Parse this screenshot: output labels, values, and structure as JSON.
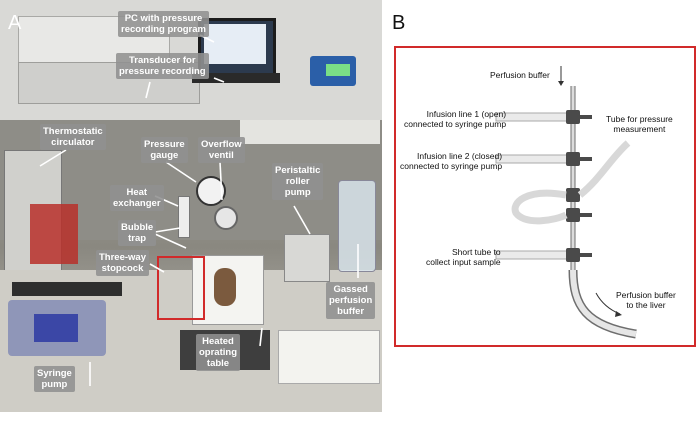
{
  "panel_a": {
    "letter": "A",
    "labels": {
      "pc": "PC with pressure\nrecording program",
      "transducer": "Transducer for\npressure recording",
      "thermo": "Thermostatic\ncirculator",
      "gauge": "Pressure\ngauge",
      "overflow": "Overflow\nventil",
      "peristaltic": "Peristaltic\nroller\npump",
      "heat": "Heat\nexchanger",
      "bubble": "Bubble\ntrap",
      "stopcock": "Three-way\nstopcock",
      "gassed": "Gassed\nperfusion\nbuffer",
      "syringe": "Syringe\npump",
      "table": "Heated\noprating\ntable"
    },
    "colors": {
      "label_bg": "#919191",
      "highlight": "#d12a2a"
    }
  },
  "panel_b": {
    "letter": "B",
    "labels": {
      "buffer_in": "Perfusion buffer",
      "infusion1": "Infusion line 1 (open)\nconnected to syringe pump",
      "infusion2": "Infusion line 2 (closed)\nconnected to syringe pump",
      "tube_pressure": "Tube for pressure\nmeasurement",
      "short_tube": "Short tube to\ncollect input sample",
      "buffer_out": "Perfusion buffer\nto the liver"
    },
    "colors": {
      "border": "#d12a2a"
    }
  }
}
